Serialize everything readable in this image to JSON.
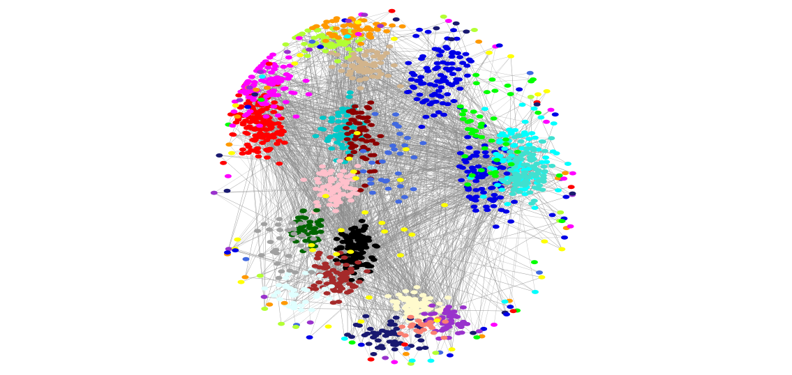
{
  "diagram": {
    "type": "network-graph",
    "background": "#ffffff",
    "edge_color": "#8c8c8c",
    "node_shape": "ellipse",
    "communities": [
      {
        "id": "red",
        "color": "#ff0000"
      },
      {
        "id": "magenta",
        "color": "#ff00ff"
      },
      {
        "id": "chartreuse",
        "color": "#b3ff33"
      },
      {
        "id": "orange",
        "color": "#ff9900"
      },
      {
        "id": "tan",
        "color": "#d2b48c"
      },
      {
        "id": "blue",
        "color": "#0000e6"
      },
      {
        "id": "cyan",
        "color": "#00ffff"
      },
      {
        "id": "turquoise",
        "color": "#40e0d0"
      },
      {
        "id": "dark-turquoise",
        "color": "#00c8c8"
      },
      {
        "id": "green",
        "color": "#00ff00"
      },
      {
        "id": "maroon",
        "color": "#8b0000"
      },
      {
        "id": "pink",
        "color": "#ffc0cb"
      },
      {
        "id": "royal-blue",
        "color": "#4169e1"
      },
      {
        "id": "dark-green",
        "color": "#006400"
      },
      {
        "id": "black",
        "color": "#000000"
      },
      {
        "id": "brown",
        "color": "#a52a2a"
      },
      {
        "id": "cream",
        "color": "#fffacd"
      },
      {
        "id": "navy",
        "color": "#191970"
      },
      {
        "id": "purple",
        "color": "#9932cc"
      },
      {
        "id": "light-cyan",
        "color": "#e0ffff"
      },
      {
        "id": "salmon",
        "color": "#fa8072"
      },
      {
        "id": "gray",
        "color": "#a0a0a0"
      },
      {
        "id": "yellow",
        "color": "#ffff00"
      }
    ]
  }
}
